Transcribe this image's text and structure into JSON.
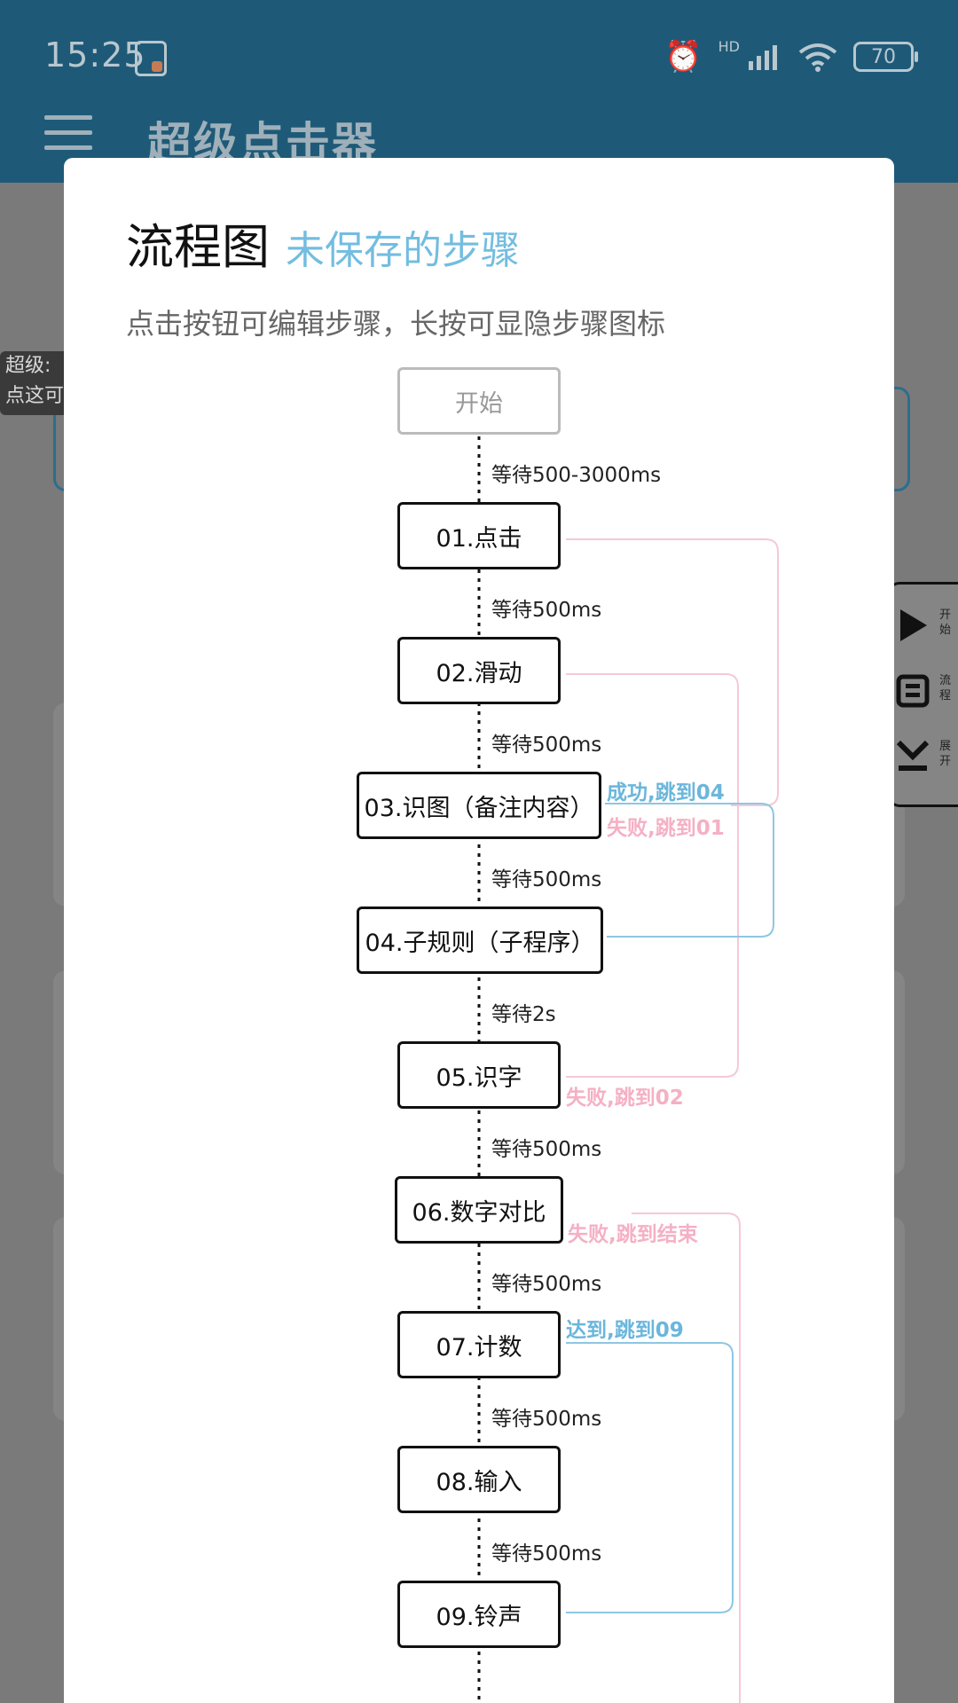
{
  "status_bar": {
    "time": "15:25",
    "battery": "70",
    "hd": "HD"
  },
  "app": {
    "title": "超级点击器",
    "side_tip_line1": "超级:",
    "side_tip_line2": "点这可"
  },
  "floating_panel": {
    "items": [
      {
        "label": "开始",
        "icon": "play-icon"
      },
      {
        "label": "流程",
        "icon": "flow-icon"
      },
      {
        "label": "展开",
        "icon": "expand-icon"
      }
    ]
  },
  "dialog": {
    "title": "流程图",
    "subtitle": "未保存的步骤",
    "hint": "点击按钮可编辑步骤，长按可显隐步骤图标"
  },
  "flow": {
    "start": "开始",
    "waits": [
      "等待500-3000ms",
      "等待500ms",
      "等待500ms",
      "等待500ms",
      "等待2s",
      "等待500ms",
      "等待500ms",
      "等待500ms",
      "等待500ms"
    ],
    "steps": [
      "01.点击",
      "02.滑动",
      "03.识图（备注内容）",
      "04.子规则（子程序）",
      "05.识字",
      "06.数字对比",
      "07.计数",
      "08.输入",
      "09.铃声"
    ],
    "branches": [
      {
        "text": "成功,跳到04",
        "color": "#6bb6dc"
      },
      {
        "text": "失败,跳到01",
        "color": "#f5b0c5"
      },
      {
        "text": "失败,跳到02",
        "color": "#f5b0c5"
      },
      {
        "text": "失败,跳到结束",
        "color": "#f5b0c5"
      },
      {
        "text": "达到,跳到09",
        "color": "#6bb6dc"
      }
    ]
  }
}
